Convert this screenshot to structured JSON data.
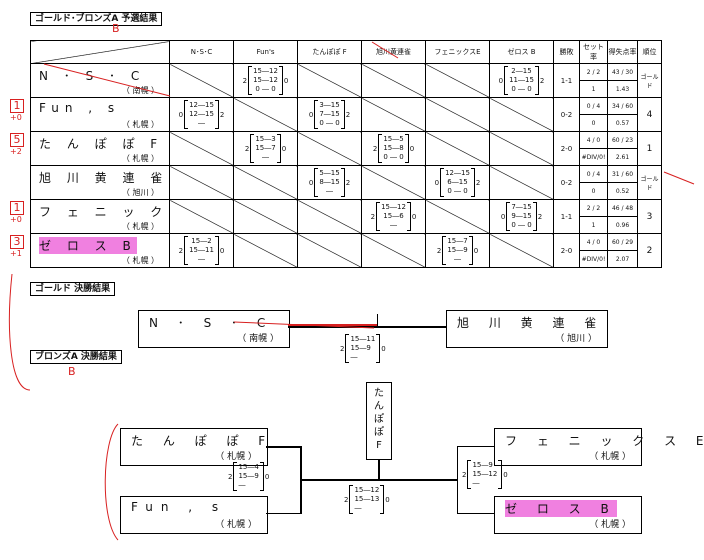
{
  "sections": {
    "rr_title": "ゴールド･ブロンズA 予選結果",
    "rr_title_mark": "B",
    "gold_final_title": "ゴールド 決勝結果",
    "bronze_final_title": "ブロンズA 決勝結果",
    "bronze_final_mark": "B"
  },
  "headers": [
    "N･S･C",
    "Fun's",
    "たんぽぽ F",
    "旭川黄連雀",
    "フェニックスE",
    "ゼロス B",
    "勝敗",
    "セット率",
    "得失点率",
    "順位"
  ],
  "rows": [
    {
      "name": "N ･ S ･ C",
      "city": "（ 南幌 ）",
      "margin": "",
      "margin_sub": "",
      "cells": [
        null,
        {
          "w": "2",
          "sets": [
            "15―12",
            "15―12",
            "0 ― 0"
          ],
          "l": "0"
        },
        null,
        null,
        null,
        {
          "w": "0",
          "sets": [
            "2―15",
            "11―15",
            "0 ― 0"
          ],
          "l": "2"
        }
      ],
      "wl": "1-1",
      "set": [
        "2 / 2",
        "1"
      ],
      "pt": [
        "43 / 30",
        "1.43"
      ],
      "rank": "ゴールド"
    },
    {
      "name": "Fun         ,         s",
      "city": "（ 札幌 ）",
      "margin": "1",
      "margin_sub": "+0",
      "cells": [
        {
          "w": "0",
          "sets": [
            "12―15",
            "12―15",
            "―"
          ],
          "l": "2"
        },
        null,
        {
          "w": "0",
          "sets": [
            "3―15",
            "7―15",
            "0 ― 0"
          ],
          "l": "2"
        },
        null,
        null,
        null
      ],
      "wl": "0-2",
      "set": [
        "0 / 4",
        "0"
      ],
      "pt": [
        "34 / 60",
        "0.57"
      ],
      "rank": "4"
    },
    {
      "name": "た ん ぽ ぽ  F",
      "city": "（ 札幌 ）",
      "margin": "5",
      "margin_sub": "+2",
      "cells": [
        null,
        {
          "w": "2",
          "sets": [
            "15―3",
            "15―7",
            "―"
          ],
          "l": "0"
        },
        null,
        {
          "w": "2",
          "sets": [
            "15―5",
            "15―8",
            "0 ― 0"
          ],
          "l": "0"
        },
        null,
        null
      ],
      "wl": "2-0",
      "set": [
        "4 / 0",
        "#DIV/0!"
      ],
      "pt": [
        "60 / 23",
        "2.61"
      ],
      "rank": "1"
    },
    {
      "name": "旭 川 黄 連 雀",
      "city": "（ 旭川 ）",
      "margin": "",
      "margin_sub": "",
      "cells": [
        null,
        null,
        {
          "w": "0",
          "sets": [
            "5―15",
            "8―15",
            "―"
          ],
          "l": "2"
        },
        null,
        {
          "w": "0",
          "sets": [
            "12―15",
            "6―15",
            "0 ― 0"
          ],
          "l": "2"
        },
        null
      ],
      "wl": "0-2",
      "set": [
        "0 / 4",
        "0"
      ],
      "pt": [
        "31 / 60",
        "0.52"
      ],
      "rank": "ゴールド"
    },
    {
      "name": "フ ェ ニ ッ ク ス E",
      "city": "（ 札幌 ）",
      "margin": "1",
      "margin_sub": "+0",
      "cells": [
        null,
        null,
        null,
        {
          "w": "2",
          "sets": [
            "15―12",
            "15―6",
            "―"
          ],
          "l": "0"
        },
        null,
        {
          "w": "0",
          "sets": [
            "7―15",
            "9―15",
            "0 ― 0"
          ],
          "l": "2"
        }
      ],
      "wl": "1-1",
      "set": [
        "2 / 2",
        "1"
      ],
      "pt": [
        "46 / 48",
        "0.96"
      ],
      "rank": "3"
    },
    {
      "name": "ゼ   ロ   ス   B",
      "city": "（ 札幌 ）",
      "margin": "3",
      "margin_sub": "+1",
      "cells": [
        {
          "w": "2",
          "sets": [
            "15―2",
            "15―11",
            "―"
          ],
          "l": "0"
        },
        null,
        null,
        null,
        {
          "w": "2",
          "sets": [
            "15―7",
            "15―9",
            "―"
          ],
          "l": "0"
        },
        null
      ],
      "wl": "2-0",
      "set": [
        "4 / 0",
        "#DIV/0!"
      ],
      "pt": [
        "60 / 29",
        "2.07"
      ],
      "rank": "2"
    }
  ],
  "gold_final": {
    "left": {
      "name": "N ･ S ･ C",
      "city": "（ 南幌 ）"
    },
    "right": {
      "name": "旭 川 黄 連 雀",
      "city": "（ 旭川 ）"
    },
    "score": {
      "w": "2",
      "sets": [
        "15―11",
        "15―9",
        "―"
      ],
      "l": "0"
    }
  },
  "bronze_final": {
    "tl": {
      "name": "た ん ぽ ぽ  F",
      "city": "（ 札幌 ）"
    },
    "bl": {
      "name": "Fun          ,          s",
      "city": "（ 札幌 ）"
    },
    "tr": {
      "name": "フ ェ ニ ッ ク ス E",
      "city": "（ 札幌 ）"
    },
    "br": {
      "name": "ゼ   ロ   ス   B",
      "city": "（ 札幌 ）"
    },
    "left_score": {
      "w": "2",
      "sets": [
        "15―4",
        "15―9",
        "―"
      ],
      "l": "0"
    },
    "right_score": {
      "w": "2",
      "sets": [
        "15―9",
        "15―12",
        "―"
      ],
      "l": "0"
    },
    "final_score": {
      "w": "2",
      "sets": [
        "15―12",
        "15―13",
        "―"
      ],
      "l": "0"
    },
    "winner": [
      "た",
      "ん",
      "ぽ",
      "ぽ",
      "F"
    ]
  },
  "colors": {
    "highlight": "#f080e0",
    "pen": "#d82020"
  }
}
